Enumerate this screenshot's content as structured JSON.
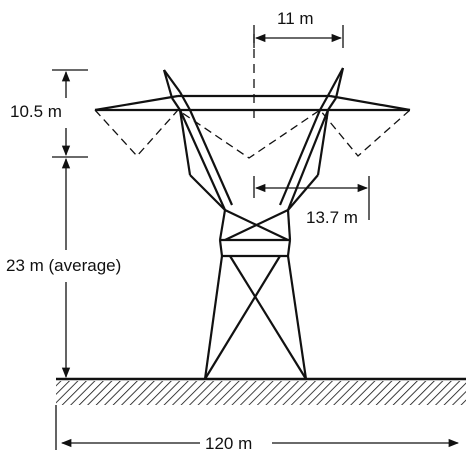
{
  "diagram": {
    "labels": {
      "phase_spacing": "11 m",
      "vertical_spacing": "10.5 m",
      "horizontal_spacing": "13.7 m",
      "average_height": "23 m (average)",
      "right_of_way": "120 m"
    },
    "colors": {
      "ink": "#111111",
      "background": "#ffffff"
    }
  }
}
